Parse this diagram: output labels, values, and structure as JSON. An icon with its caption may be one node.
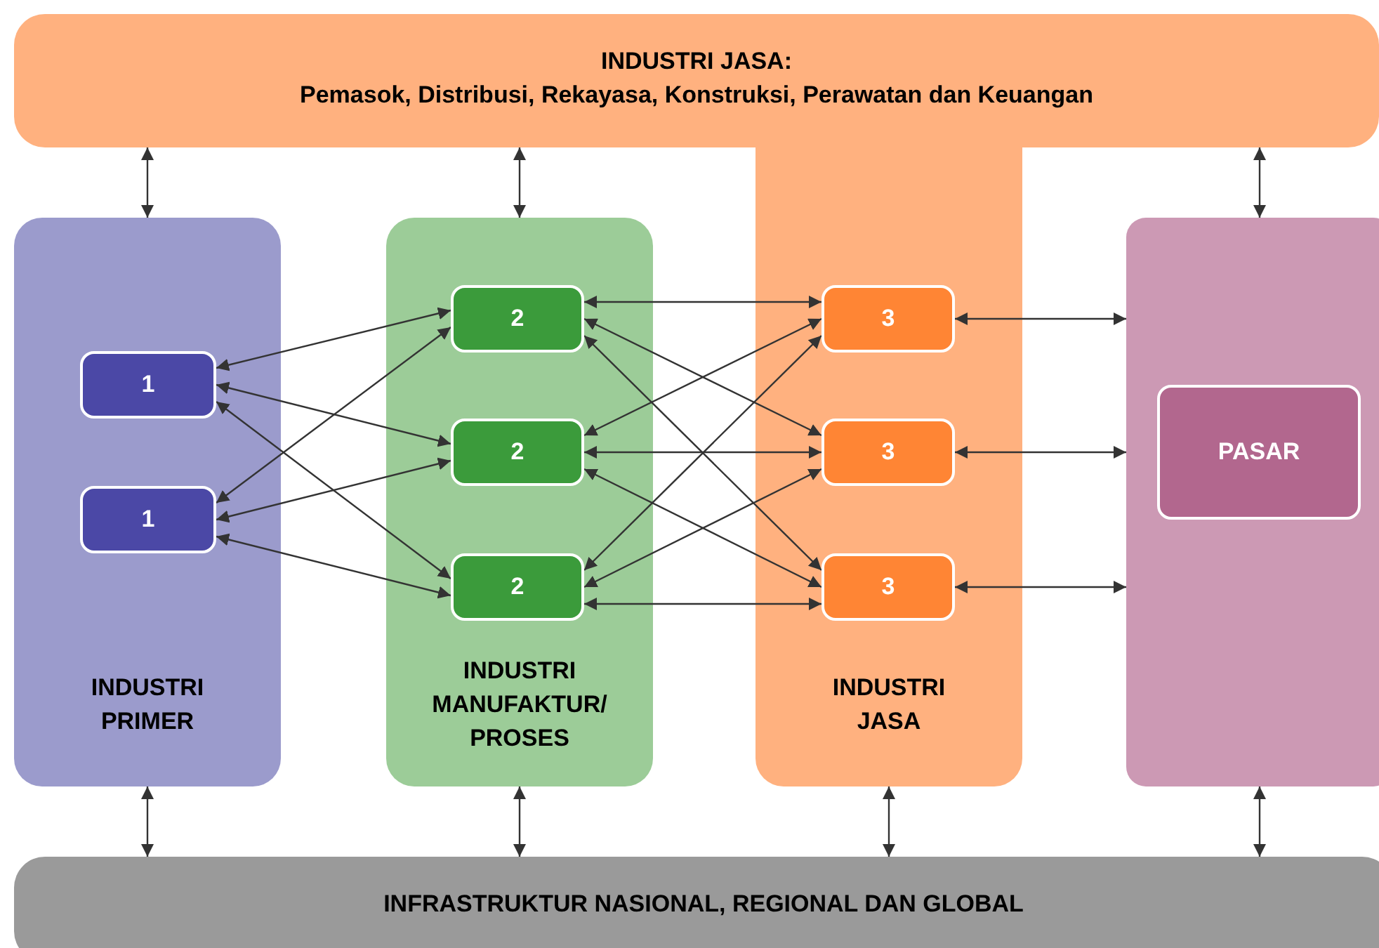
{
  "diagram": {
    "nodes": [
      {
        "text": [
          "INDUSTRI JASA:",
          "Pemasok, Distribusi, Rekayasa, Konstruksi, Perawatan dan Keuangan"
        ]
      },
      {
        "text": [
          "INDUSTRI PRIMER"
        ]
      },
      {
        "text": [
          "1"
        ],
        "in": 1
      },
      {
        "text": [
          "1"
        ],
        "in": 1
      },
      {
        "text": [
          "INDUSTRI MANUFAKTUR/ PROSES"
        ]
      },
      {
        "text": [
          "2"
        ],
        "in": 4
      },
      {
        "text": [
          "2"
        ],
        "in": 4
      },
      {
        "text": [
          "2"
        ],
        "in": 4
      },
      {
        "text": [
          "INDUSTRI JASA"
        ]
      },
      {
        "text": [
          "3"
        ],
        "in": 8
      },
      {
        "text": [
          "3"
        ],
        "in": 8
      },
      {
        "text": [
          "3"
        ],
        "in": 8
      },
      {
        "text": [],
        "shape": "box"
      },
      {
        "text": [
          "PASAR"
        ],
        "in": 12
      },
      {
        "text": [
          "INFRASTRUKTUR NASIONAL, REGIONAL DAN GLOBAL"
        ]
      }
    ],
    "edges": [
      {
        "from": 0,
        "to": 1,
        "arrow": "both"
      },
      {
        "from": 0,
        "to": 4,
        "arrow": "both"
      },
      {
        "from": 0,
        "to": 12,
        "arrow": "both"
      },
      {
        "from": 2,
        "to": 5,
        "arrow": "both"
      },
      {
        "from": 2,
        "to": 6,
        "arrow": "both"
      },
      {
        "from": 2,
        "to": 7,
        "arrow": "both"
      },
      {
        "from": 3,
        "to": 5,
        "arrow": "both"
      },
      {
        "from": 3,
        "to": 6,
        "arrow": "both"
      },
      {
        "from": 3,
        "to": 7,
        "arrow": "both"
      },
      {
        "from": 5,
        "to": 9,
        "arrow": "both"
      },
      {
        "from": 5,
        "to": 10,
        "arrow": "both"
      },
      {
        "from": 5,
        "to": 11,
        "arrow": "both"
      },
      {
        "from": 6,
        "to": 9,
        "arrow": "both"
      },
      {
        "from": 6,
        "to": 10,
        "arrow": "both"
      },
      {
        "from": 6,
        "to": 11,
        "arrow": "both"
      },
      {
        "from": 7,
        "to": 9,
        "arrow": "both"
      },
      {
        "from": 7,
        "to": 10,
        "arrow": "both"
      },
      {
        "from": 7,
        "to": 11,
        "arrow": "both"
      },
      {
        "from": 9,
        "to": 12,
        "arrow": "both"
      },
      {
        "from": 10,
        "to": 12,
        "arrow": "both"
      },
      {
        "from": 11,
        "to": 12,
        "arrow": "both"
      },
      {
        "from": 1,
        "to": 14,
        "arrow": "both"
      },
      {
        "from": 4,
        "to": 14,
        "arrow": "both"
      },
      {
        "from": 8,
        "to": 14,
        "arrow": "both"
      },
      {
        "from": 12,
        "to": 14,
        "arrow": "both"
      }
    ]
  }
}
